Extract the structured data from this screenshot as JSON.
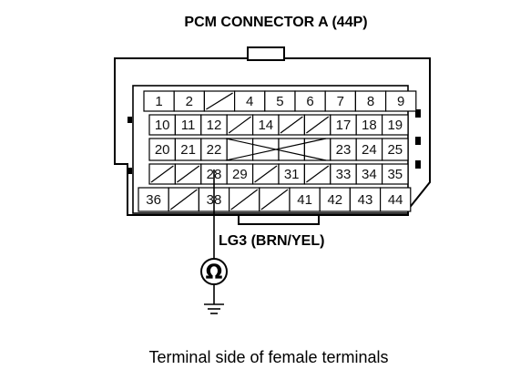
{
  "title": "PCM CONNECTOR A (44P)",
  "wire_label": "LG3 (BRN/YEL)",
  "ohm_symbol": "Ω",
  "caption": "Terminal side of female terminals",
  "icons": {
    "meter": "ohmmeter-icon",
    "ground": "ground-icon"
  },
  "connector": {
    "rows": [
      [
        "1",
        "2",
        "",
        "4",
        "5",
        "6",
        "7",
        "8",
        "9"
      ],
      [
        "10",
        "11",
        "12",
        "",
        "14",
        "",
        "",
        "17",
        "18",
        "19"
      ],
      [
        "20",
        "21",
        "22",
        "",
        "",
        "",
        "",
        "23",
        "24",
        "25"
      ],
      [
        "",
        "",
        "28",
        "29",
        "",
        "31",
        "",
        "33",
        "34",
        "35"
      ],
      [
        "36",
        "",
        "38",
        "",
        "",
        "41",
        "42",
        "43",
        "44"
      ]
    ],
    "probe_terminal": "28"
  }
}
